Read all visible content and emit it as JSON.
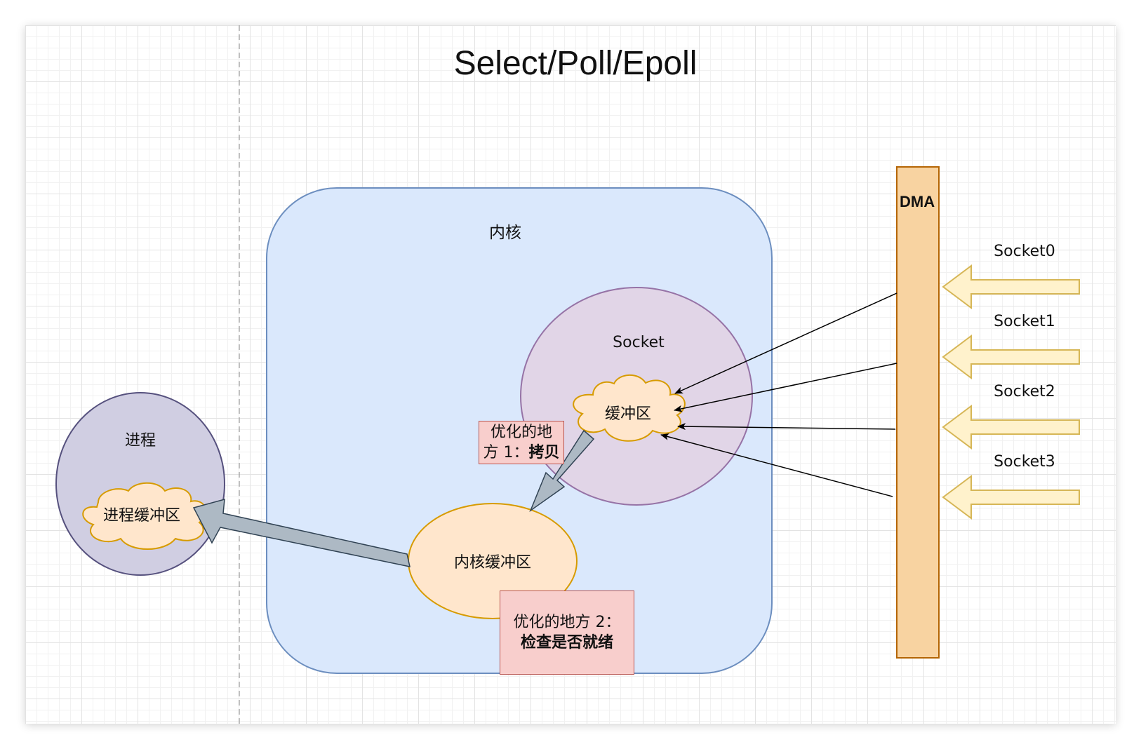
{
  "diagram": {
    "title": "Select/Poll/Epoll",
    "kernel_label": "内核",
    "socket_label": "Socket",
    "socket_buffer_label": "缓冲区",
    "kernel_buffer_label": "内核缓冲区",
    "process_label": "进程",
    "process_buffer_label": "进程缓冲区",
    "dma_label": "DMA",
    "optimization1_line1": "优化的地",
    "optimization1_line2_prefix": "方 1：",
    "optimization1_line2_bold": "拷贝",
    "optimization2_line1": "优化的地方 2：",
    "optimization2_line2_bold": "检查是否就绪",
    "sockets": [
      "Socket0",
      "Socket1",
      "Socket2",
      "Socket3"
    ]
  },
  "colors": {
    "kernel_fill": "#dae8fc",
    "kernel_stroke": "#6c8ebf",
    "socket_fill": "#e1d5e7",
    "socket_stroke": "#9673a6",
    "process_fill": "#d0cee2",
    "process_stroke": "#56517e",
    "buffer_fill": "#ffe6cc",
    "buffer_stroke": "#d79b00",
    "dma_fill": "#f8d3a1",
    "dma_stroke": "#b46504",
    "note_fill": "#f8cecc",
    "note_stroke": "#b85450",
    "input_arrow_fill": "#fff2cc",
    "input_arrow_stroke": "#d6b656",
    "copy_arrow_fill": "#adb9c4",
    "copy_arrow_stroke": "#314354"
  }
}
